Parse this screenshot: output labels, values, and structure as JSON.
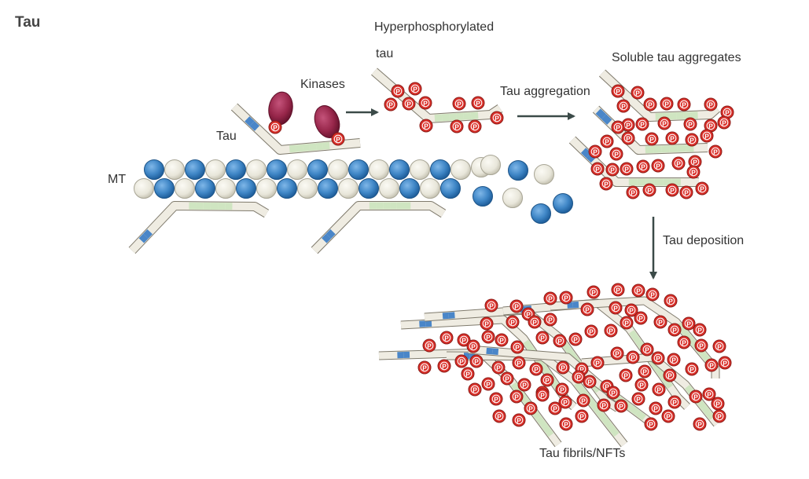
{
  "figure": {
    "title": "Tau",
    "labels": {
      "kinases": "Kinases",
      "tau": "Tau",
      "mt": "MT",
      "hyper_line1": "Hyperphosphorylated",
      "hyper_line2": "tau",
      "aggregation": "Tau aggregation",
      "soluble": "Soluble tau aggregates",
      "deposition": "Tau deposition",
      "fibrils": "Tau fibrils/NFTs"
    },
    "phospho_mark": "P"
  },
  "colors": {
    "tubulin_blue": "#3f86c6",
    "tubulin_beige": "#ecebe0",
    "tau_strand": "#efece2",
    "tau_outline": "#7f7a6c",
    "repeat_domain": "#cfe5c1",
    "blue_domain": "#4a86c8",
    "kinase": "#97264a",
    "phosphate": "#d9302a",
    "arrow": "#3b4a48",
    "text": "#333333"
  },
  "icons": [
    "kinase-enzyme-icon",
    "phosphate-group-icon",
    "tubulin-dimer-icon"
  ]
}
